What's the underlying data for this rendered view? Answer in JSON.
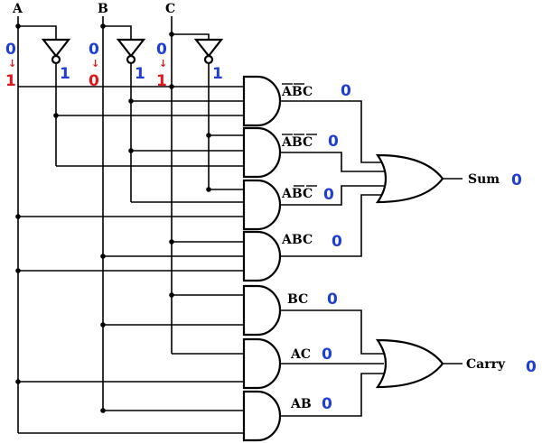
{
  "inputs": [
    {
      "name": "A",
      "before": "0",
      "after": "1",
      "inverted": "1"
    },
    {
      "name": "B",
      "before": "0",
      "after": "0",
      "inverted": "1"
    },
    {
      "name": "C",
      "before": "0",
      "after": "1",
      "inverted": "1"
    }
  ],
  "and_terms": [
    {
      "label": "ABC",
      "value": "0"
    },
    {
      "label": "ABC",
      "value": "0"
    },
    {
      "label": "ABC",
      "value": "0"
    },
    {
      "label": "ABC",
      "value": "0"
    },
    {
      "label": "BC",
      "value": "0"
    },
    {
      "label": "AC",
      "value": "0"
    },
    {
      "label": "AB",
      "value": "0"
    }
  ],
  "outputs": {
    "sum_label": "Sum",
    "sum_value": "0",
    "carry_label": "Carry",
    "carry_value": "0"
  },
  "colors": {
    "value": "#1f3fd0",
    "changed": "#e0161d"
  }
}
